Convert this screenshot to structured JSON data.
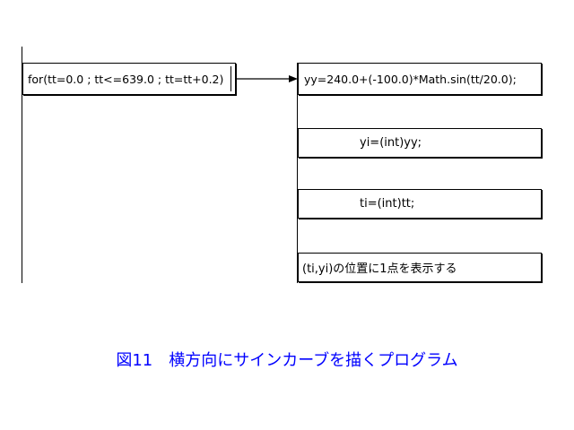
{
  "flowchart": {
    "loop": "for(tt=0.0 ; tt<=639.0 ; tt=tt+0.2)",
    "statements": [
      "yy=240.0+(-100.0)*Math.sin(tt/20.0);",
      "yi=(int)yy;",
      "ti=(int)tt;",
      "(ti,yi)の位置に1点を表示する"
    ]
  },
  "caption": "図11　横方向にサインカーブを描くプログラム",
  "colors": {
    "caption": "#0000ff",
    "lines": "#000000"
  }
}
